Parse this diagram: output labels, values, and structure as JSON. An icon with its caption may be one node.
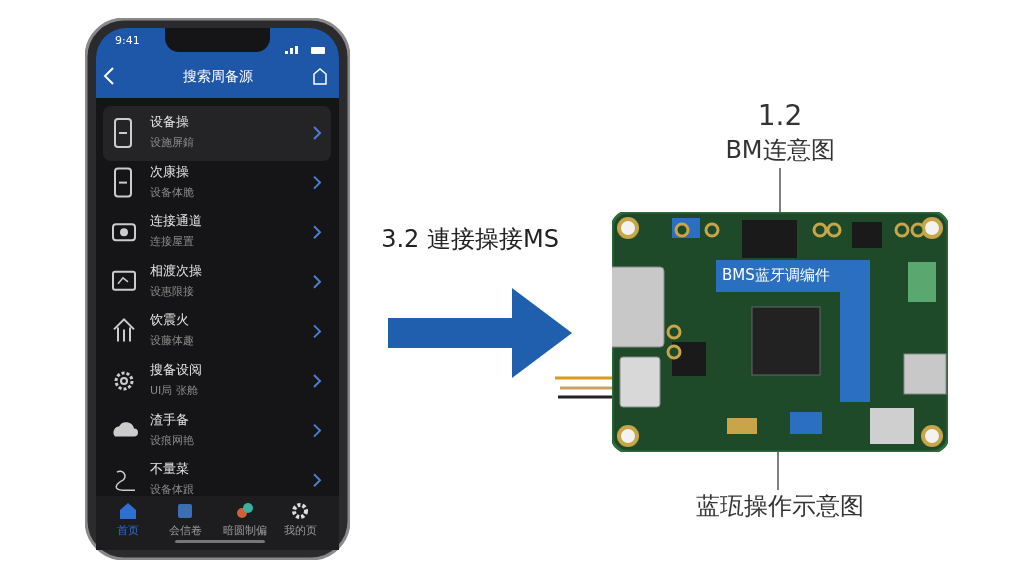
{
  "diagram": {
    "nodes": [
      {
        "text": [],
        "shape": "picture"
      },
      {
        "text": [],
        "shape": "picture"
      },
      {
        "text": [
          "1.2",
          "BM连意图"
        ]
      },
      {
        "text": [
          "蓝珁操作示意图"
        ]
      }
    ],
    "edges": [
      {
        "from": 0,
        "to": 1,
        "arrow": "to",
        "label": "3.2 連接操接MS",
        "style": "thick",
        "color": "#1f5fae"
      },
      {
        "from": 2,
        "to": 1,
        "arrow": "none"
      },
      {
        "from": 3,
        "to": 1,
        "arrow": "none"
      }
    ],
    "labels": [
      "9:41",
      "搜索周备源",
      "设备操",
      "设施屏錥",
      "次康操",
      "设备体脆",
      "连接通道",
      "连接屋置",
      "相渡次操",
      "设惠限接",
      "饮震火",
      "设藤体趣",
      "搜备设阅",
      "UI局 张舱",
      "渣手备",
      "设痕网艳",
      "不量菜",
      "设备体跟",
      "首页",
      "会信卷",
      "暗圆制偏",
      "我的页",
      "BMS蓝牙调编件"
    ]
  }
}
